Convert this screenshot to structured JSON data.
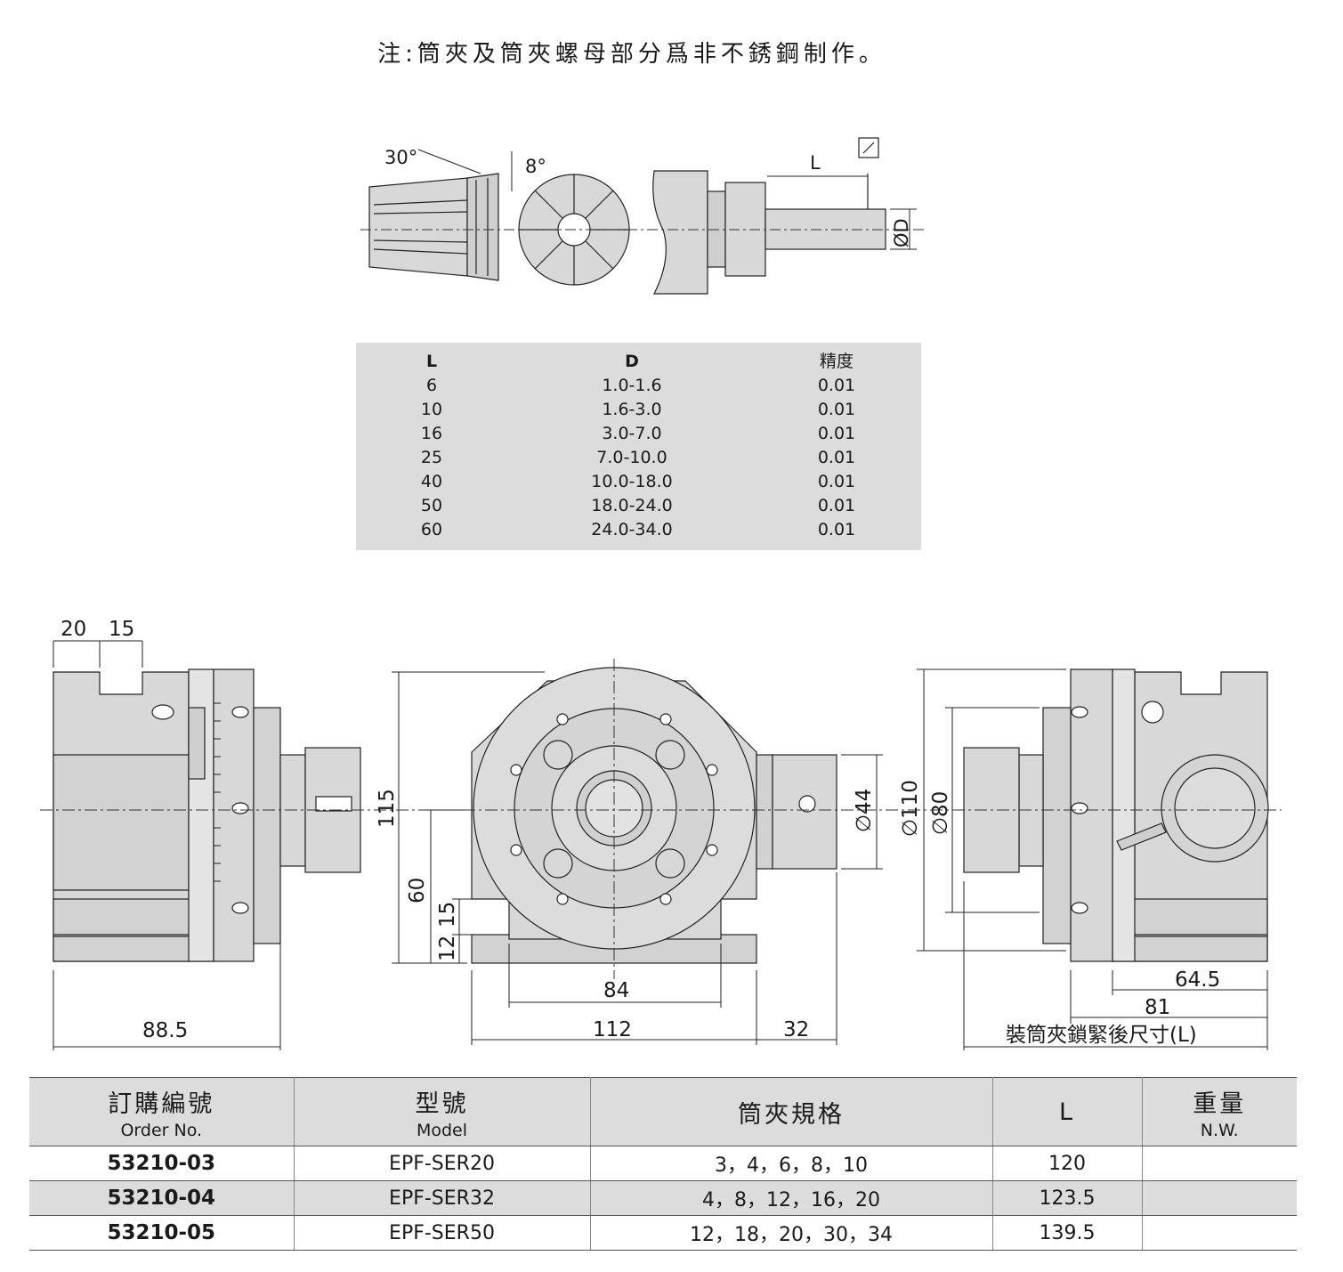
{
  "note": "注:筒夾及筒夾螺母部分爲非不銹鋼制作。",
  "top_drawing": {
    "angle_a": "30°",
    "angle_b": "8°",
    "dim_l": "L",
    "dim_d": "ØD"
  },
  "spec_table": {
    "headers": [
      "L",
      "D",
      "精度"
    ],
    "rows": [
      {
        "l": "6",
        "d": "1.0-1.6",
        "p": "0.01"
      },
      {
        "l": "10",
        "d": "1.6-3.0",
        "p": "0.01"
      },
      {
        "l": "16",
        "d": "3.0-7.0",
        "p": "0.01"
      },
      {
        "l": "25",
        "d": "7.0-10.0",
        "p": "0.01"
      },
      {
        "l": "40",
        "d": "10.0-18.0",
        "p": "0.01"
      },
      {
        "l": "50",
        "d": "18.0-24.0",
        "p": "0.01"
      },
      {
        "l": "60",
        "d": "24.0-34.0",
        "p": "0.01"
      }
    ]
  },
  "dims": {
    "d20": "20",
    "d15": "15",
    "d885": "88.5",
    "d115": "115",
    "d60": "60",
    "d12": "12",
    "d15b": "15",
    "d84": "84",
    "d112": "112",
    "d32": "32",
    "d44": "∅44",
    "d110": "∅110",
    "d80": "∅80",
    "d645": "64.5",
    "d81": "81",
    "note_l": "裝筒夾鎖緊後尺寸(L)"
  },
  "order_table": {
    "headers": [
      {
        "main": "訂購編號",
        "sub": "Order No."
      },
      {
        "main": "型號",
        "sub": "Model"
      },
      {
        "main": "筒夾規格",
        "sub": ""
      },
      {
        "main": "L",
        "sub": ""
      },
      {
        "main": "重量",
        "sub": "N.W."
      }
    ],
    "rows": [
      {
        "order": "53210-03",
        "model": "EPF-SER20",
        "spec": "3，4，6，8，10",
        "l": "120",
        "nw": ""
      },
      {
        "order": "53210-04",
        "model": "EPF-SER32",
        "spec": "4，8，12，16，20",
        "l": "123.5",
        "nw": ""
      },
      {
        "order": "53210-05",
        "model": "EPF-SER50",
        "spec": "12，18，20，30，34",
        "l": "139.5",
        "nw": ""
      }
    ]
  }
}
